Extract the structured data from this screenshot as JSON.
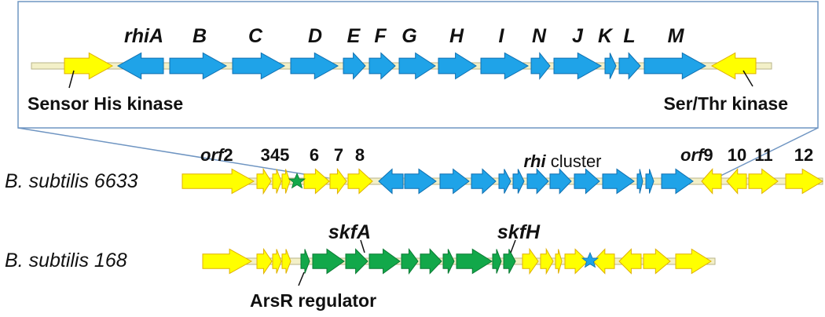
{
  "colors": {
    "yellow": "#FFFF00",
    "yellow_stroke": "#E0B000",
    "blue": "#1FA3E8",
    "blue_stroke": "#0F6FB0",
    "green": "#12A84A",
    "green_stroke": "#0B7A33",
    "backbone": "#F3F0C8",
    "backbone_stroke": "#B8B48A",
    "box_stroke": "#6F95C2"
  },
  "inset": {
    "gene_labels": [
      "rhiA",
      "B",
      "C",
      "D",
      "E",
      "F",
      "G",
      "H",
      "I",
      "N",
      "J",
      "K",
      "L",
      "M"
    ],
    "left_annotation": "Sensor His kinase",
    "right_annotation": "Ser/Thr kinase"
  },
  "strain_6633": {
    "name": "B. subtilis 6633",
    "orf_prefix": "orf",
    "orf_numbers_left": [
      "2",
      "345",
      "6",
      "7",
      "8"
    ],
    "cluster_label_italic": "rhi",
    "cluster_label_rest": " cluster",
    "orf_numbers_right": [
      "9",
      "10",
      "11",
      "12"
    ]
  },
  "strain_168": {
    "name": "B. subtilis 168",
    "gene_labels": [
      "skfA",
      "skfH"
    ],
    "annotation": "ArsR regulator"
  }
}
